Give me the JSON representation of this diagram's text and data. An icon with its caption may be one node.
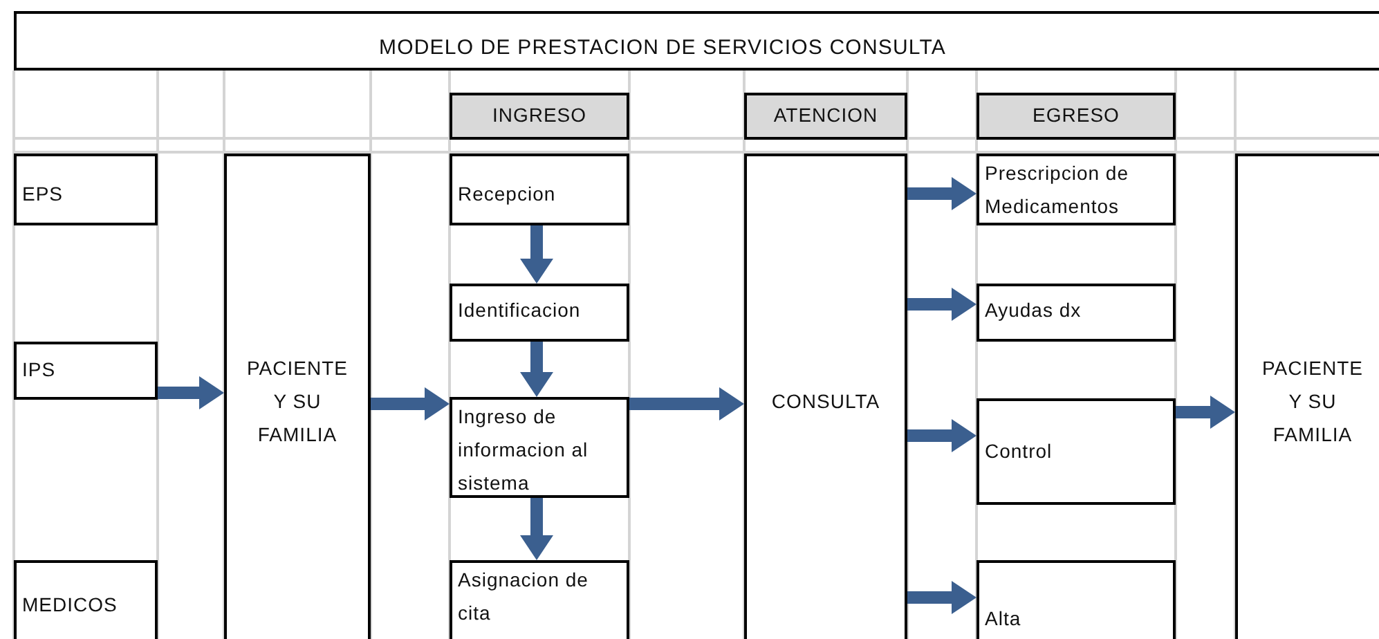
{
  "diagram": {
    "title": "MODELO DE PRESTACION DE SERVICIOS CONSULTA",
    "nodes": [
      {
        "text": [
          "INGRESO"
        ]
      },
      {
        "text": [
          "ATENCION"
        ]
      },
      {
        "text": [
          "EGRESO"
        ]
      },
      {
        "text": [
          "EPS"
        ]
      },
      {
        "text": [
          "IPS"
        ]
      },
      {
        "text": [
          "MEDICOS"
        ]
      },
      {
        "text": [
          "PACIENTE Y SU FAMILIA"
        ]
      },
      {
        "text": [
          "Recepcion"
        ]
      },
      {
        "text": [
          "Identificacion"
        ]
      },
      {
        "text": [
          "Ingreso de informacion al sistema"
        ]
      },
      {
        "text": [
          "Asignacion de cita"
        ]
      },
      {
        "text": [
          "CONSULTA"
        ]
      },
      {
        "text": [
          "Prescripcion de Medicamentos"
        ]
      },
      {
        "text": [
          "Ayudas dx"
        ]
      },
      {
        "text": [
          "Control"
        ]
      },
      {
        "text": [
          "Alta"
        ]
      },
      {
        "text": [
          "PACIENTE Y SU FAMILIA"
        ]
      }
    ],
    "edges": [
      {
        "from": 4,
        "to": 6,
        "arrow": "to"
      },
      {
        "from": 6,
        "to": 9,
        "arrow": "to"
      },
      {
        "from": 7,
        "to": 8,
        "arrow": "to"
      },
      {
        "from": 8,
        "to": 9,
        "arrow": "to"
      },
      {
        "from": 9,
        "to": 10,
        "arrow": "to"
      },
      {
        "from": 9,
        "to": 11,
        "arrow": "to"
      },
      {
        "from": 11,
        "to": 12,
        "arrow": "to"
      },
      {
        "from": 11,
        "to": 13,
        "arrow": "to"
      },
      {
        "from": 11,
        "to": 14,
        "arrow": "to"
      },
      {
        "from": 11,
        "to": 15,
        "arrow": "to"
      },
      {
        "from": 14,
        "to": 16,
        "arrow": "to"
      }
    ]
  }
}
